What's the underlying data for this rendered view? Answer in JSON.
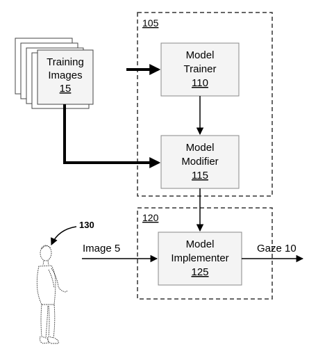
{
  "training_images": {
    "line1": "Training",
    "line2": "Images",
    "ref": "15"
  },
  "trainer_box": {
    "ref": "105"
  },
  "model_trainer": {
    "line1": "Model",
    "line2": "Trainer",
    "ref": "110"
  },
  "model_modifier": {
    "line1": "Model",
    "line2": "Modifier",
    "ref": "115"
  },
  "implementer_box": {
    "ref": "120"
  },
  "model_implementer": {
    "line1": "Model",
    "line2": "Implementer",
    "ref": "125"
  },
  "input_label": "Image 5",
  "output_label": "Gaze 10",
  "person_ref": "130"
}
